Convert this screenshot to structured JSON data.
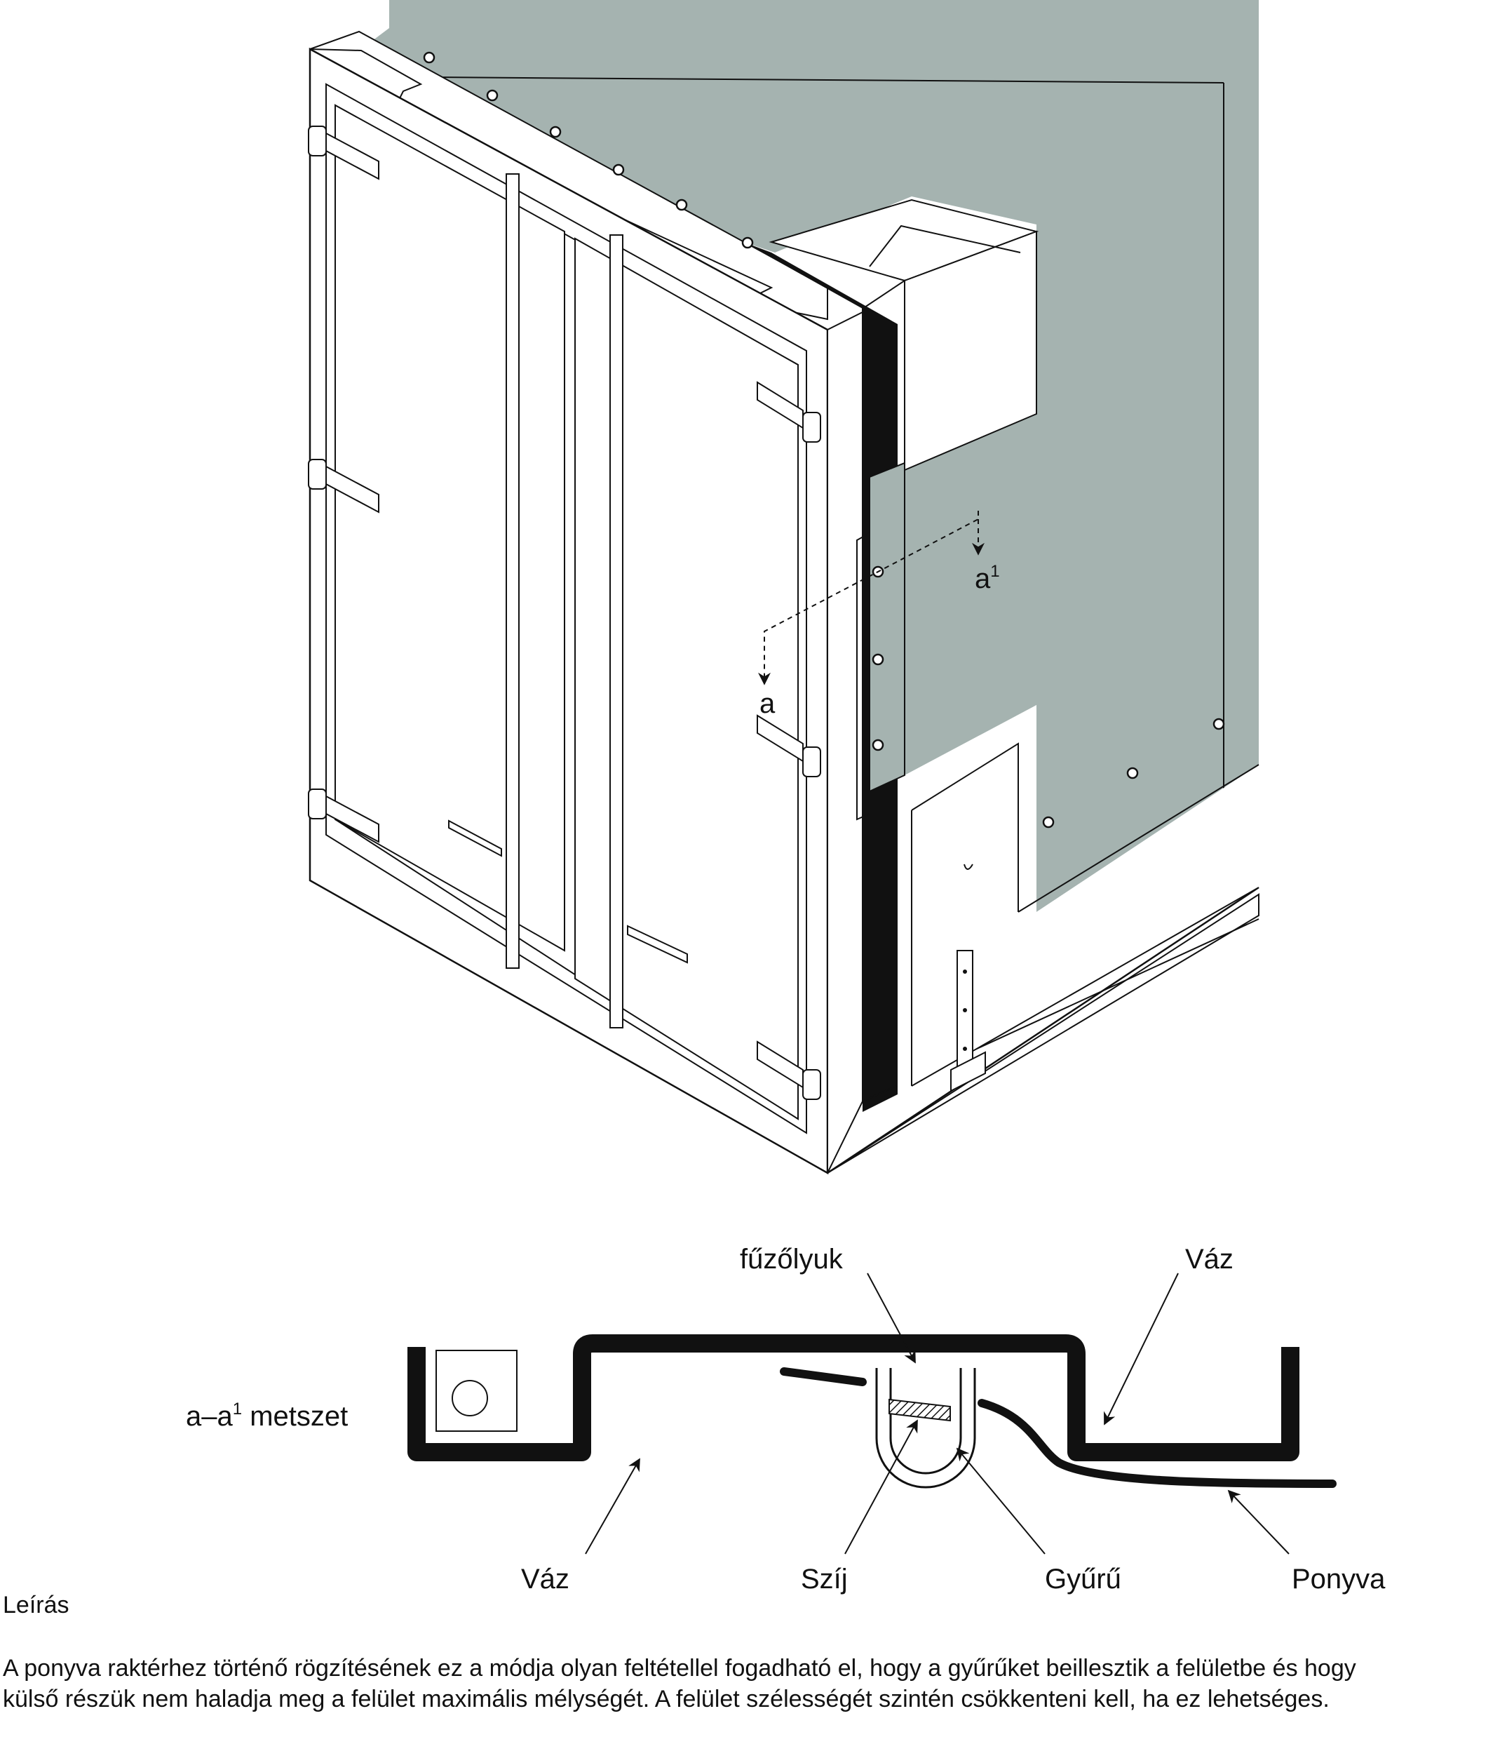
{
  "drawing": {
    "section_marker_start": "a",
    "section_marker_end": "a",
    "section_marker_end_sup": "1"
  },
  "section": {
    "title": "a–a",
    "title_sup": "1",
    "title_suffix": " metszet",
    "labels": {
      "eyelet": "fűzőlyuk",
      "frame_top": "Váz",
      "frame_bottom": "Váz",
      "strap": "Szíj",
      "ring": "Gyűrű",
      "tarpaulin": "Ponyva"
    }
  },
  "description": {
    "heading": "Leírás",
    "line1": "A ponyva raktérhez történő rögzítésének ez a módja olyan feltétellel fogadható el, hogy a gyűrűket beillesztik a felületbe és hogy",
    "line2": "külső részük nem haladja meg a felület maximális mélységét. A felület szélességét szintén csökkenteni kell, ha ez lehetséges."
  },
  "colors": {
    "tarpaulin_fill": "#a5b3b0",
    "line": "#111111",
    "background": "#ffffff"
  }
}
